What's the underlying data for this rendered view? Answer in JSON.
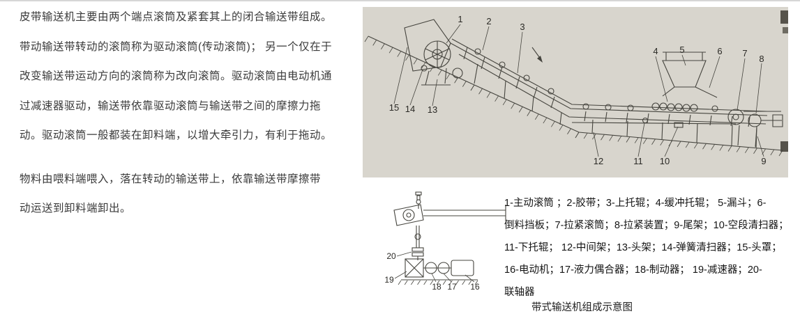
{
  "article": {
    "p1": [
      "皮带输送机主要由两个端点滚筒及紧套其上的闭合输送带组成。",
      "带动输送带转动的滚筒称为驱动滚筒(传动滚筒)； 另一个仅在于",
      "改变输送带运动方向的滚筒称为改向滚筒。驱动滚筒由电动机通",
      "过减速器驱动，输送带依靠驱动滚筒与输送带之间的摩擦力拖",
      "动。驱动滚筒一般都装在卸料端，以增大牵引力，有利于拖动。"
    ],
    "p2": [
      "物料由喂料端喂入，落在转动的输送带上，依靠输送带摩擦带",
      "动运送到卸料端卸出。"
    ]
  },
  "diagram": {
    "main_labels": [
      "1",
      "2",
      "3",
      "4",
      "5",
      "6",
      "7",
      "8",
      "9",
      "10",
      "11",
      "12",
      "13",
      "14",
      "15"
    ],
    "sub_labels": [
      "20",
      "19",
      "18",
      "17",
      "16"
    ]
  },
  "legend": {
    "lines": [
      "1-主动滚筒 ；2-胶带；3-上托辊；4-缓冲托辊； 5-漏斗；6-",
      "倒料挡板；7-拉紧滚筒；8-拉紧装置；9-尾架；10-空段清扫器；",
      "11-下托辊； 12-中间架；13-头架；14-弹簧清扫器；15-头罩；",
      "16-电动机；17-液力偶合器；18-制动器； 19-减速器；20-",
      "联轴器"
    ],
    "caption": "带式输送机组成示意图"
  },
  "colors": {
    "scan_background": "#d8d5cd",
    "ink": "#45443e"
  }
}
